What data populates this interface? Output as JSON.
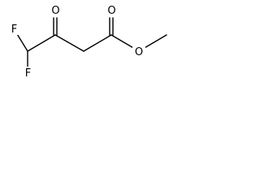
{
  "molecule": {
    "atoms": {
      "f_top": "F",
      "f_bottom": "F",
      "o_ketone": "O",
      "o_carbonyl": "O",
      "o_ester": "O"
    }
  }
}
